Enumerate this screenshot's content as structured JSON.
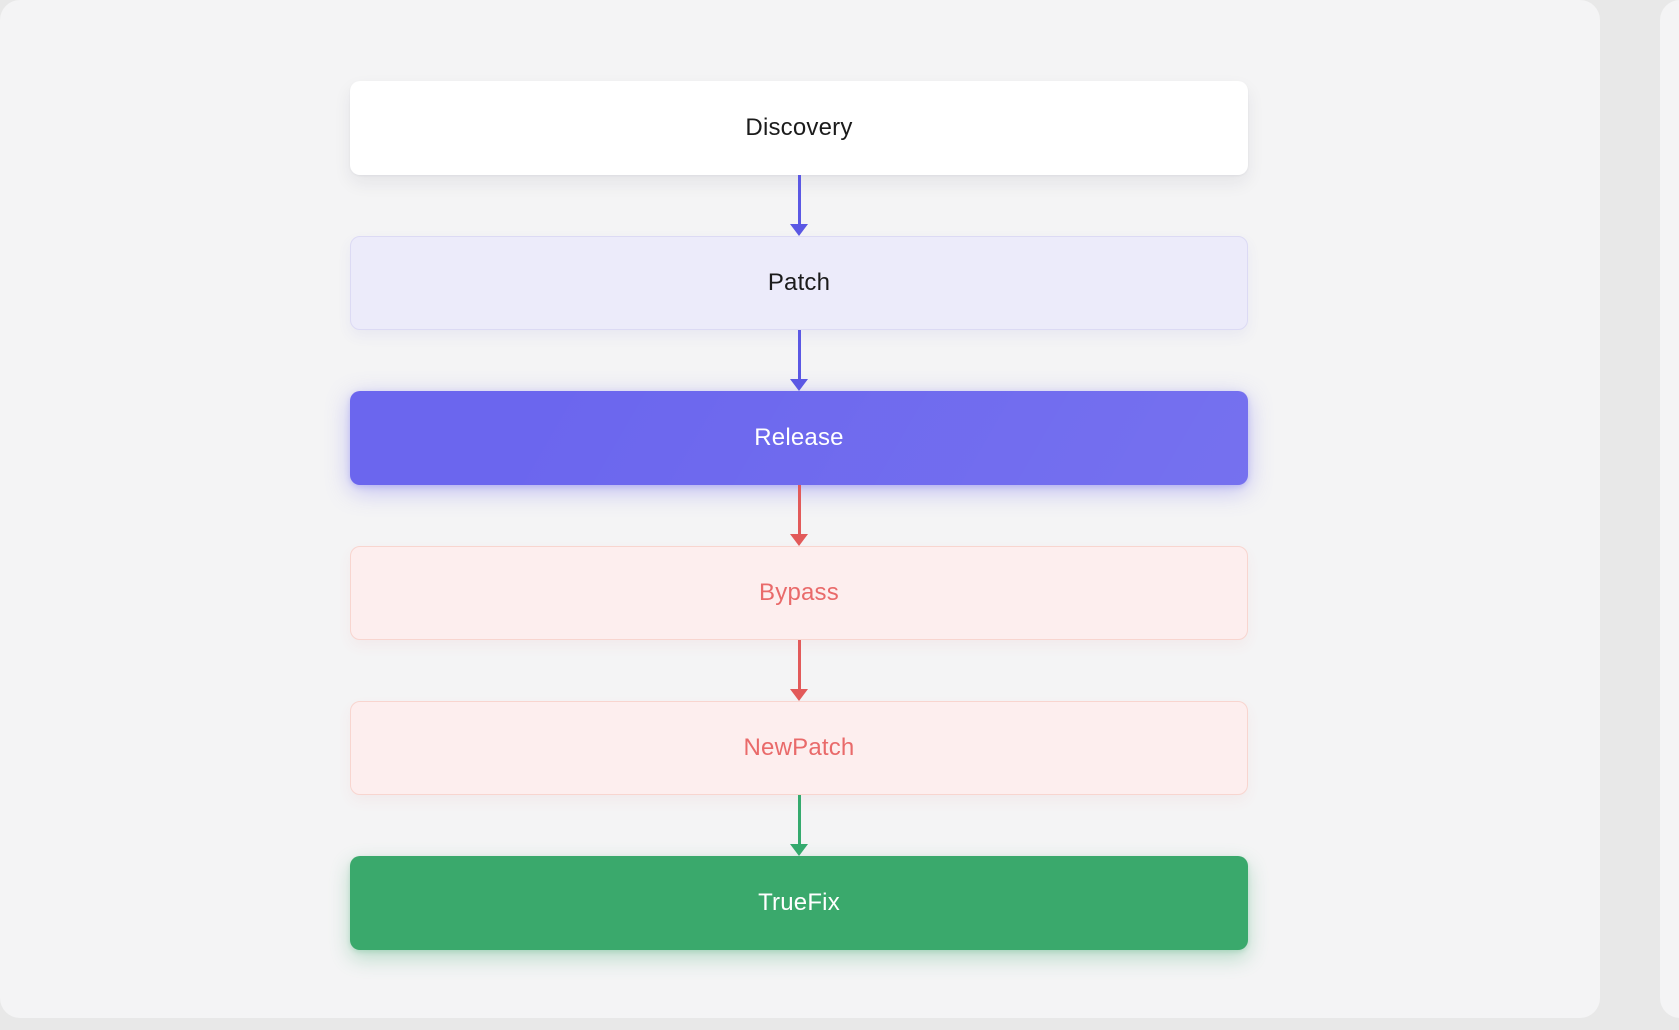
{
  "canvas": {
    "outer_bg": "#e8e8e8",
    "panel_bg": "#f4f4f5"
  },
  "flowchart": {
    "nodes": [
      {
        "id": "discovery",
        "label": "Discovery",
        "fill": "#ffffff",
        "text_color": "#1b1b1b",
        "border_color": ""
      },
      {
        "id": "patch",
        "label": "Patch",
        "fill": "#ecebfa",
        "text_color": "#1b1b1b",
        "border_color": "#dcdaf4"
      },
      {
        "id": "release",
        "label": "Release",
        "fill": "#6b66ee",
        "text_color": "#ffffff",
        "border_color": ""
      },
      {
        "id": "bypass",
        "label": "Bypass",
        "fill": "#fdeeee",
        "text_color": "#e96a6a",
        "border_color": "#f8d5cf"
      },
      {
        "id": "newpatch",
        "label": "NewPatch",
        "fill": "#fdeeee",
        "text_color": "#e96a6a",
        "border_color": "#f8d5cf"
      },
      {
        "id": "truefix",
        "label": "TrueFix",
        "fill": "#3aa96c",
        "text_color": "#ffffff",
        "border_color": ""
      }
    ],
    "edges": [
      {
        "from": "discovery",
        "to": "patch",
        "color": "#5b58e4"
      },
      {
        "from": "patch",
        "to": "release",
        "color": "#5b58e4"
      },
      {
        "from": "release",
        "to": "bypass",
        "color": "#e25a5a"
      },
      {
        "from": "bypass",
        "to": "newpatch",
        "color": "#e25a5a"
      },
      {
        "from": "newpatch",
        "to": "truefix",
        "color": "#35aa6e"
      }
    ]
  }
}
